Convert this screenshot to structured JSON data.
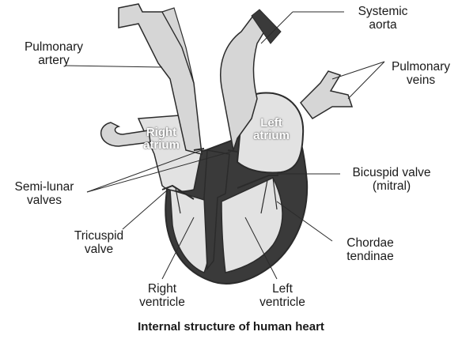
{
  "labels": {
    "pulmonary_artery": [
      "Pulmonary",
      "artery"
    ],
    "systemic_aorta": [
      "Systemic",
      "aorta"
    ],
    "pulmonary_veins": [
      "Pulmonary",
      "veins"
    ],
    "right_atrium": [
      "Right",
      "atrium"
    ],
    "left_atrium": [
      "Left",
      "atrium"
    ],
    "semi_lunar_valves": [
      "Semi-lunar",
      "valves"
    ],
    "bicuspid_valve": [
      "Bicuspid valve",
      "(mitral)"
    ],
    "tricuspid_valve": [
      "Tricuspid",
      "valve"
    ],
    "chordae_tendinae": [
      "Chordae",
      "tendinae"
    ],
    "right_ventricle": [
      "Right",
      "ventricle"
    ],
    "left_ventricle": [
      "Left",
      "ventricle"
    ]
  },
  "caption": "Internal structure of human heart",
  "colors": {
    "outline": "#2b2b2b",
    "muscle_dark": "#3a3a3a",
    "chamber_light": "#e2e2e2",
    "vessel_fill": "#d6d6d6"
  }
}
